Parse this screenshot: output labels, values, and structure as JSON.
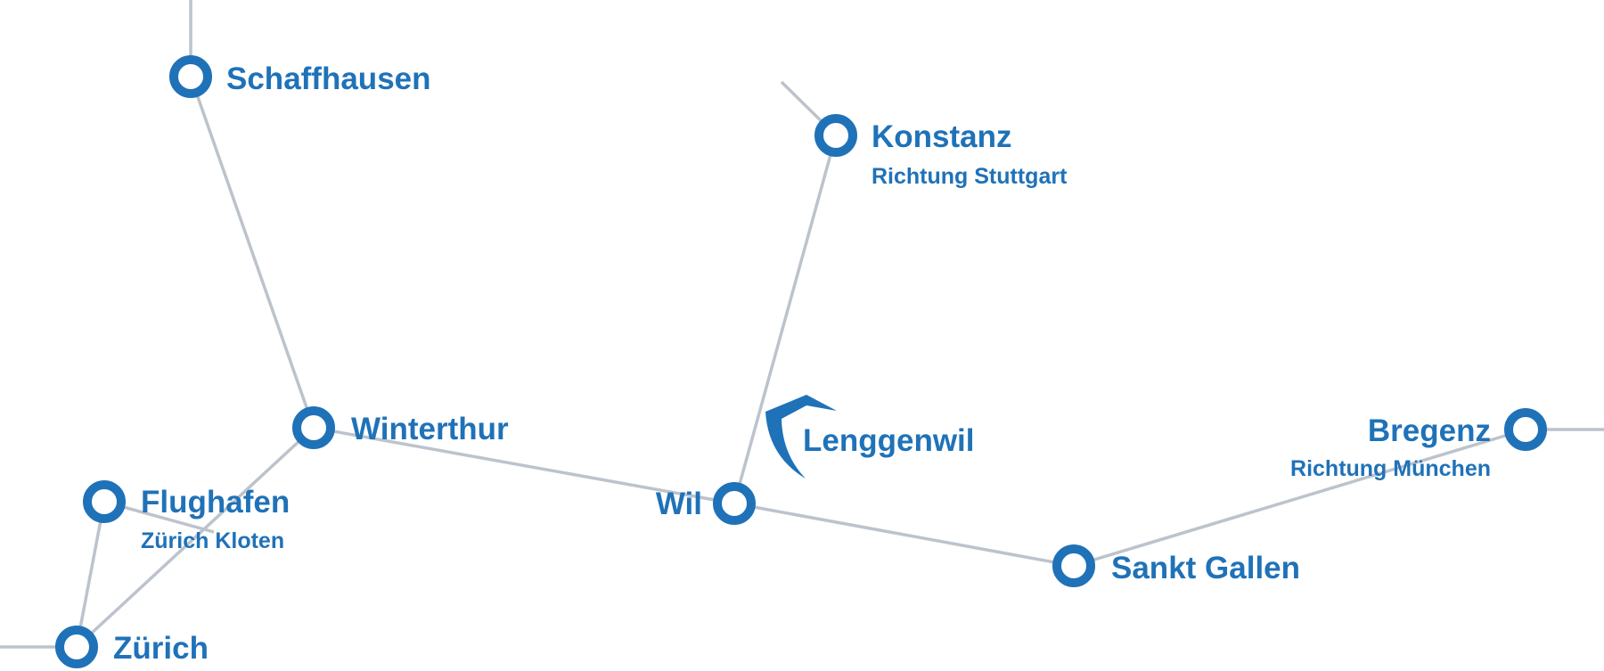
{
  "colors": {
    "accent": "#1f72b8",
    "line": "#bcc3cc"
  },
  "logo": {
    "icon": "lenggenwil-roof-logo",
    "label": "Lenggenwil"
  },
  "stations": [
    {
      "id": "schaffhausen",
      "name": "Schaffhausen",
      "sub": ""
    },
    {
      "id": "konstanz",
      "name": "Konstanz",
      "sub": "Richtung Stuttgart"
    },
    {
      "id": "winterthur",
      "name": "Winterthur",
      "sub": ""
    },
    {
      "id": "flughafen",
      "name": "Flughafen",
      "sub": "Zürich Kloten"
    },
    {
      "id": "zurich",
      "name": "Zürich",
      "sub": ""
    },
    {
      "id": "wil",
      "name": "Wil",
      "sub": ""
    },
    {
      "id": "sankt-gallen",
      "name": "Sankt Gallen",
      "sub": ""
    },
    {
      "id": "bregenz",
      "name": "Bregenz",
      "sub": "Richtung München"
    }
  ]
}
